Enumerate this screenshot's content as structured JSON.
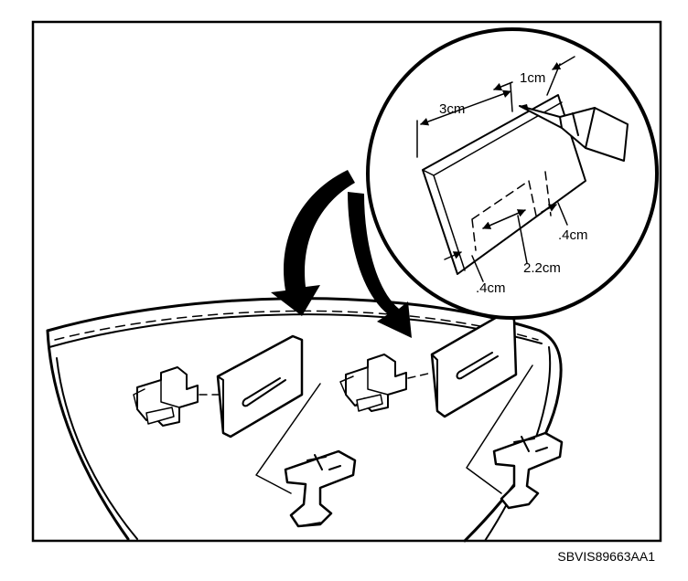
{
  "dimensions": {
    "width_1": "1cm",
    "width_3": "3cm",
    "slot_length": "2.2cm",
    "edge_right": ".4cm",
    "edge_bottom": ".4cm"
  },
  "figure_code": "SBVIS89663AA1"
}
